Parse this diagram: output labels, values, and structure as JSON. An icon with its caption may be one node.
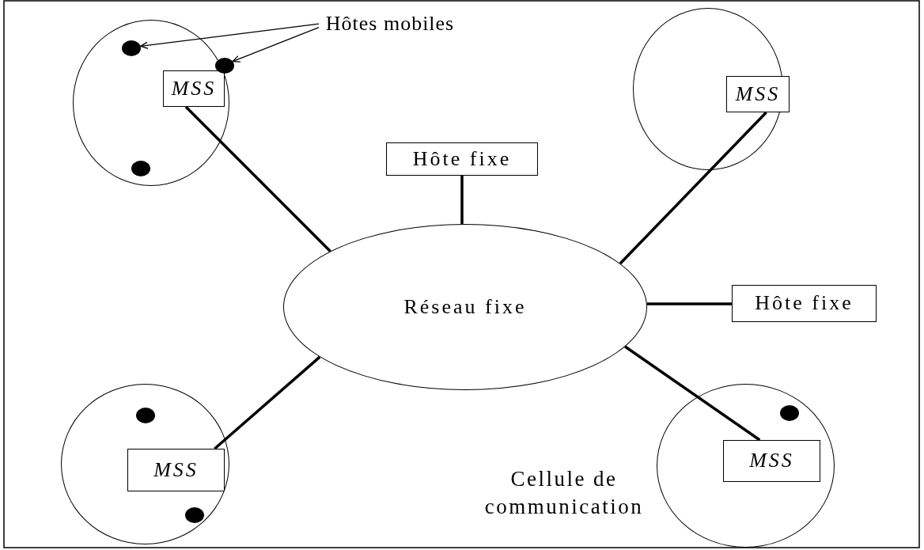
{
  "diagram": {
    "nodes": [
      {
        "text": [],
        "shape": "circle"
      },
      {
        "text": [
          "MSS"
        ],
        "in": 0
      },
      {
        "text": [],
        "shape": "circle",
        "in": 0
      },
      {
        "text": [],
        "shape": "circle",
        "in": 0
      },
      {
        "text": [],
        "shape": "circle",
        "in": 0
      },
      {
        "text": [
          "Hôtes mobiles"
        ]
      },
      {
        "text": [],
        "shape": "circle"
      },
      {
        "text": [
          "MSS"
        ],
        "in": 6
      },
      {
        "text": [
          "Hôte fixe"
        ]
      },
      {
        "text": [
          "Réseau  fixe"
        ]
      },
      {
        "text": [
          "Hôte fixe"
        ]
      },
      {
        "text": [],
        "shape": "circle"
      },
      {
        "text": [],
        "shape": "circle",
        "in": 11
      },
      {
        "text": [
          "MSS"
        ],
        "in": 11
      },
      {
        "text": [],
        "shape": "circle",
        "in": 11
      },
      {
        "text": [],
        "shape": "circle",
        "beside": [
          "Cellule de communication"
        ]
      },
      {
        "text": [],
        "shape": "circle",
        "in": 15
      },
      {
        "text": [
          "MSS"
        ],
        "in": 15
      }
    ],
    "edges": [
      {
        "from": 5,
        "to": 2,
        "arrow": "to"
      },
      {
        "from": 5,
        "to": 3,
        "arrow": "to"
      },
      {
        "from": 1,
        "to": 9,
        "arrow": "none"
      },
      {
        "from": 8,
        "to": 9,
        "arrow": "none"
      },
      {
        "from": 7,
        "to": 9,
        "arrow": "none"
      },
      {
        "from": 9,
        "to": 10,
        "arrow": "none"
      },
      {
        "from": 13,
        "to": 9,
        "arrow": "none"
      },
      {
        "from": 9,
        "to": 17,
        "arrow": "none"
      }
    ]
  }
}
